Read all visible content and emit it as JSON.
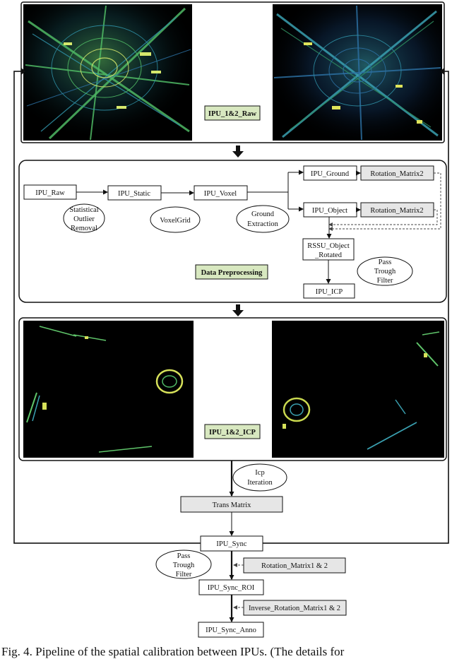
{
  "raw_label": "IPU_1&2_Raw",
  "preprocessing": {
    "title": "Data Preprocessing",
    "nodes": {
      "ipu_raw": "IPU_Raw",
      "ipu_static": "IPU_Static",
      "ipu_voxel": "IPU_Voxel",
      "ipu_ground": "IPU_Ground",
      "ipu_object": "IPU_Object",
      "rot_matrix2_top": "Rotation_Matrix2",
      "rot_matrix2_bottom": "Rotation_Matrix2",
      "rssu_object_line1": "RSSU_Object",
      "rssu_object_line2": "_Rotated",
      "ipu_icp": "IPU_ICP"
    },
    "ellipses": {
      "outlier_line1": "Statistical",
      "outlier_line2": "Outlier",
      "outlier_line3": "Removal",
      "voxelgrid": "VoxelGrid",
      "ground_line1": "Ground",
      "ground_line2": "Extraction",
      "pass1_line1": "Pass",
      "pass1_line2": "Trough",
      "pass1_line3": "Filter"
    }
  },
  "icp_label": "IPU_1&2_ICP",
  "lower": {
    "icp_iter_line1": "Icp",
    "icp_iter_line2": "Iteration",
    "trans_matrix": "Trans Matrix",
    "ipu_sync": "IPU_Sync",
    "pass2_line1": "Pass",
    "pass2_line2": "Trough",
    "pass2_line3": "Filter",
    "rot_matrix12": "Rotation_Matrix1 & 2",
    "ipu_sync_roi": "IPU_Sync_ROI",
    "inv_rot_matrix12": "Inverse_Rotation_Matrix1 & 2",
    "ipu_sync_anno": "IPU_Sync_Anno"
  },
  "caption": "Fig. 4.   Pipeline of the spatial calibration between IPUs. (The details for",
  "colors": {
    "green_label": "#d8e8c0",
    "gray_box": "#e6e6e6",
    "scan_bg": "#000000"
  }
}
